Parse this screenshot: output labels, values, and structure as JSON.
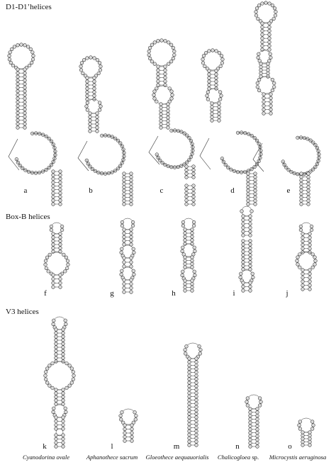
{
  "sections": {
    "d1": "D1-D1’helices",
    "boxb": "Box-B helices",
    "v3": "V3 helices"
  },
  "panels": [
    "a",
    "b",
    "c",
    "d",
    "e",
    "f",
    "g",
    "h",
    "i",
    "j",
    "k",
    "l",
    "m",
    "n",
    "o"
  ],
  "species": [
    {
      "italic": "Cyanodorina ovale",
      "plain": ""
    },
    {
      "italic": "Aphanothece sacrum",
      "plain": ""
    },
    {
      "italic": "Gloeothece aequauorialis",
      "plain": ""
    },
    {
      "italic": "Chalicogloea",
      "plain": " sp."
    },
    {
      "italic": "Microcystis aeruginosa",
      "plain": ""
    }
  ],
  "colors": {
    "ink": "#333333",
    "fill": "#dcdcdc",
    "text": "#111111"
  }
}
